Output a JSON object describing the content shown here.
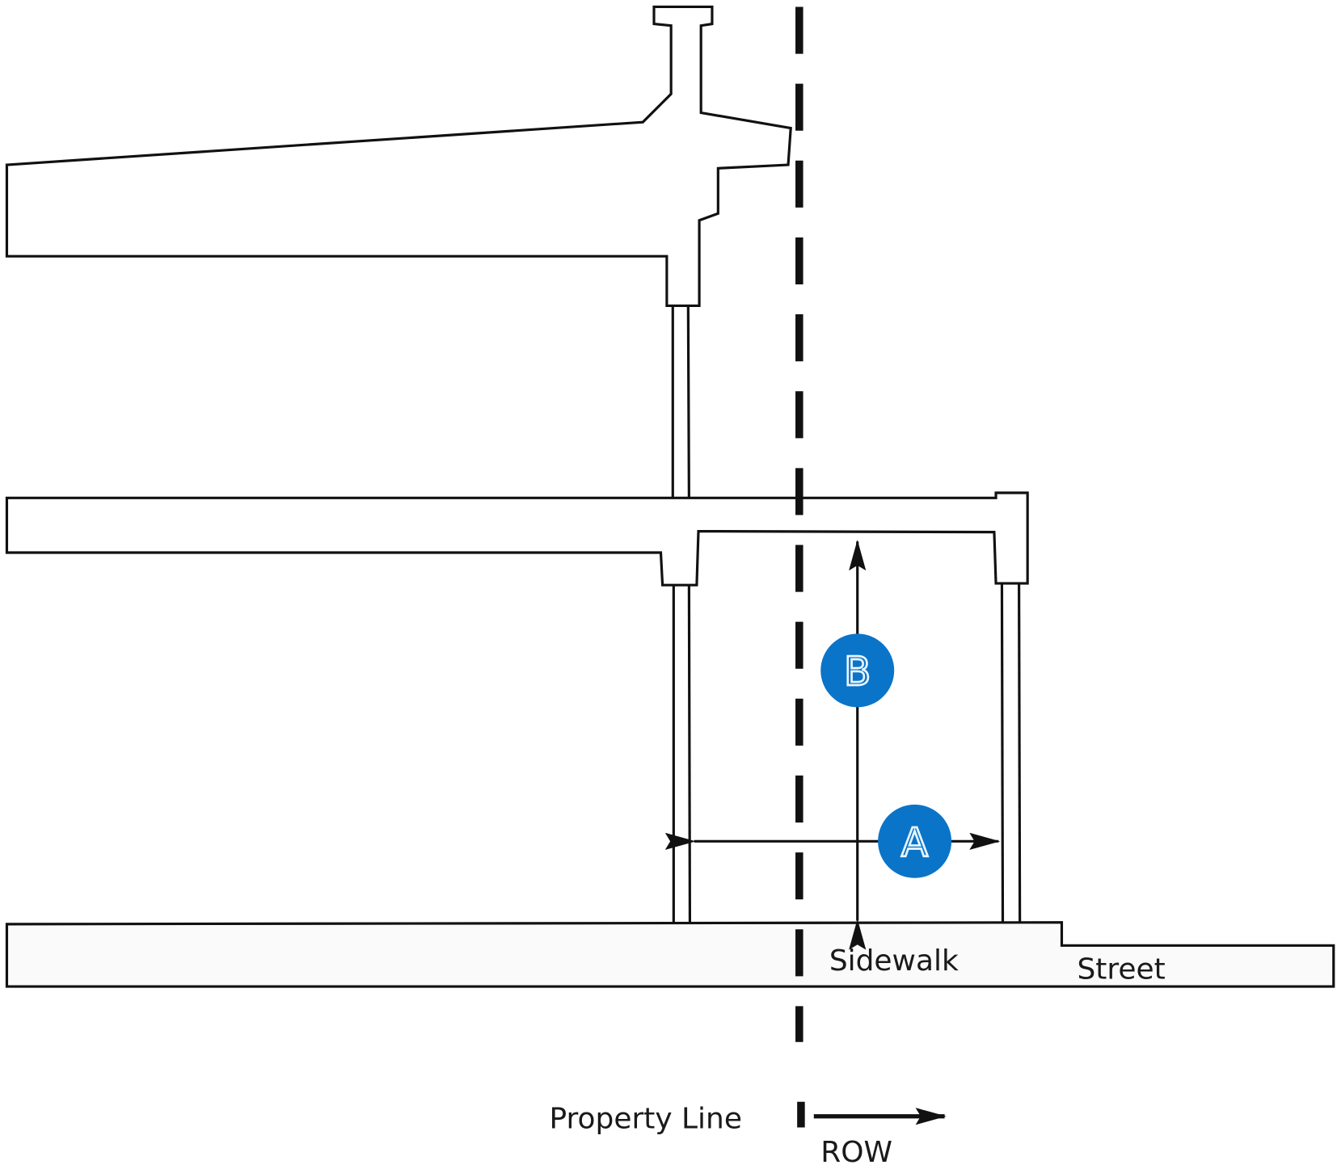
{
  "diagram": {
    "labels": {
      "sidewalk": "Sidewalk",
      "street": "Street",
      "property_line": "Property Line",
      "row": "ROW"
    },
    "dimensions": [
      {
        "id": "A",
        "label": "A",
        "orientation": "horizontal"
      },
      {
        "id": "B",
        "label": "B",
        "orientation": "vertical"
      }
    ],
    "colors": {
      "badge": "#0a74c8",
      "line": "#111111",
      "ground": "#fafafa"
    }
  }
}
